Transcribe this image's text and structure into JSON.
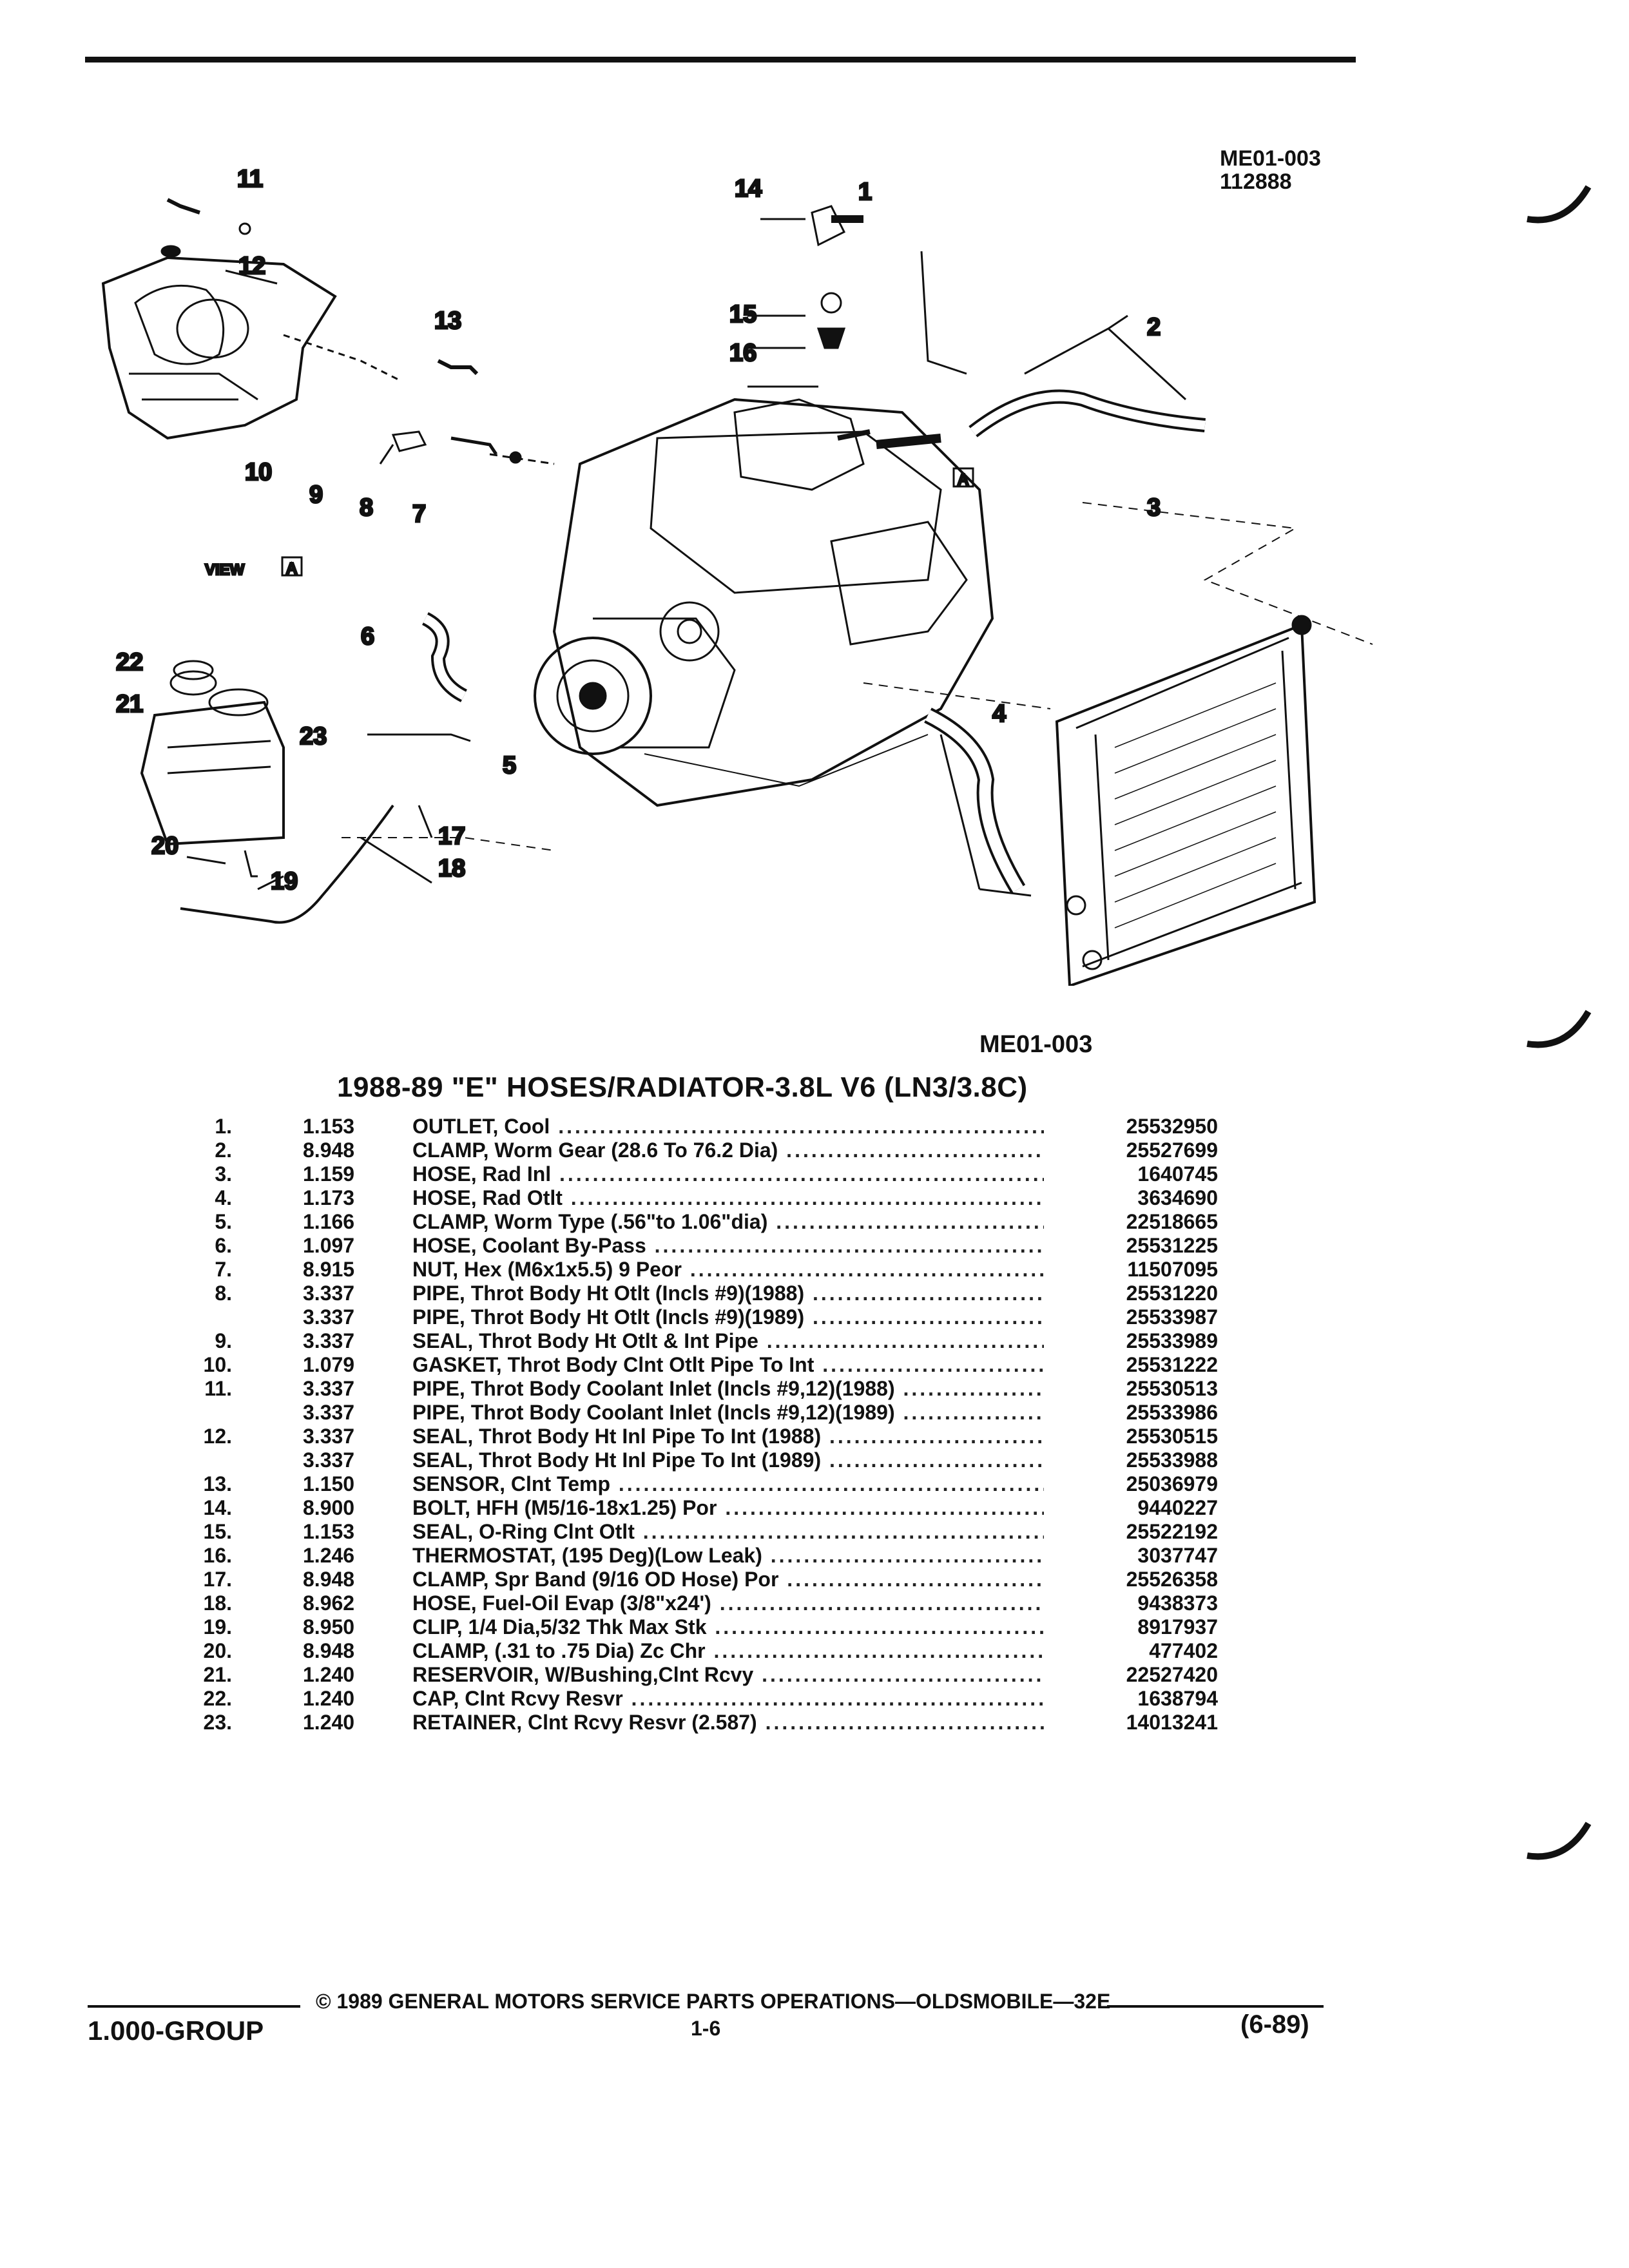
{
  "figure": {
    "id": "ME01-003",
    "date_code": "112888",
    "caption_id": "ME01-003",
    "view_label": "VIEW",
    "view_letter": "A",
    "callouts": [
      "1",
      "2",
      "3",
      "4",
      "5",
      "6",
      "7",
      "8",
      "9",
      "10",
      "11",
      "12",
      "13",
      "14",
      "15",
      "16",
      "17",
      "18",
      "19",
      "20",
      "21",
      "22",
      "23"
    ]
  },
  "title": "1988-89 \"E\" HOSES/RADIATOR-3.8L V6 (LN3/3.8C)",
  "parts": [
    {
      "num": "1.",
      "group": "1.153",
      "name": "OUTLET,",
      "desc": " Cool",
      "part_no": "25532950"
    },
    {
      "num": "2.",
      "group": "8.948",
      "name": "CLAMP,",
      "desc": " Worm Gear (28.6 To 76.2 Dia)",
      "part_no": "25527699"
    },
    {
      "num": "3.",
      "group": "1.159",
      "name": "HOSE,",
      "desc": " Rad Inl",
      "part_no": "1640745"
    },
    {
      "num": "4.",
      "group": "1.173",
      "name": "HOSE,",
      "desc": " Rad Otlt",
      "part_no": "3634690"
    },
    {
      "num": "5.",
      "group": "1.166",
      "name": "CLAMP,",
      "desc": " Worm Type (.56\"to 1.06\"dia)",
      "part_no": "22518665"
    },
    {
      "num": "6.",
      "group": "1.097",
      "name": "HOSE,",
      "desc": " Coolant By-Pass",
      "part_no": "25531225"
    },
    {
      "num": "7.",
      "group": "8.915",
      "name": "NUT,",
      "desc": " Hex (M6x1x5.5) 9 Peor",
      "part_no": "11507095"
    },
    {
      "num": "8.",
      "group": "3.337",
      "name": "PIPE,",
      "desc": " Throt Body Ht Otlt (Incls #9)(1988)",
      "part_no": "25531220"
    },
    {
      "num": "",
      "group": "3.337",
      "name": "PIPE,",
      "desc": " Throt Body Ht Otlt (Incls #9)(1989)",
      "part_no": "25533987"
    },
    {
      "num": "9.",
      "group": "3.337",
      "name": "SEAL,",
      "desc": " Throt Body Ht Otlt & Int Pipe",
      "part_no": "25533989"
    },
    {
      "num": "10.",
      "group": "1.079",
      "name": "GASKET,",
      "desc": " Throt Body Clnt Otlt Pipe To Int",
      "part_no": "25531222"
    },
    {
      "num": "11.",
      "group": "3.337",
      "name": "PIPE,",
      "desc": " Throt Body Coolant Inlet (Incls #9,12)(1988)",
      "part_no": "25530513"
    },
    {
      "num": "",
      "group": "3.337",
      "name": "PIPE,",
      "desc": " Throt Body Coolant Inlet (Incls #9,12)(1989)",
      "part_no": "25533986"
    },
    {
      "num": "12.",
      "group": "3.337",
      "name": "SEAL,",
      "desc": " Throt Body Ht Inl Pipe To Int (1988)",
      "part_no": "25530515"
    },
    {
      "num": "",
      "group": "3.337",
      "name": "SEAL,",
      "desc": " Throt Body Ht Inl Pipe To Int (1989)",
      "part_no": "25533988"
    },
    {
      "num": "13.",
      "group": "1.150",
      "name": "SENSOR,",
      "desc": " Clnt Temp",
      "part_no": "25036979"
    },
    {
      "num": "14.",
      "group": "8.900",
      "name": "BOLT,",
      "desc": " HFH (M5/16-18x1.25) Por",
      "part_no": "9440227"
    },
    {
      "num": "15.",
      "group": "1.153",
      "name": "SEAL,",
      "desc": " O-Ring Clnt Otlt",
      "part_no": "25522192"
    },
    {
      "num": "16.",
      "group": "1.246",
      "name": "THERMOSTAT,",
      "desc": " (195 Deg)(Low Leak)",
      "part_no": "3037747"
    },
    {
      "num": "17.",
      "group": "8.948",
      "name": "CLAMP,",
      "desc": " Spr Band (9/16 OD Hose) Por",
      "part_no": "25526358"
    },
    {
      "num": "18.",
      "group": "8.962",
      "name": "HOSE,",
      "desc": " Fuel-Oil Evap (3/8\"x24')",
      "part_no": "9438373"
    },
    {
      "num": "19.",
      "group": "8.950",
      "name": "CLIP,",
      "desc": " 1/4 Dia,5/32 Thk Max Stk",
      "part_no": "8917937"
    },
    {
      "num": "20.",
      "group": "8.948",
      "name": "CLAMP,",
      "desc": " (.31 to .75 Dia) Zc Chr",
      "part_no": "477402"
    },
    {
      "num": "21.",
      "group": "1.240",
      "name": "RESERVOIR,",
      "desc": " W/Bushing,Clnt Rcvy",
      "part_no": "22527420"
    },
    {
      "num": "22.",
      "group": "1.240",
      "name": "CAP,",
      "desc": " Clnt Rcvy Resvr",
      "part_no": "1638794"
    },
    {
      "num": "23.",
      "group": "1.240",
      "name": "RETAINER,",
      "desc": " Clnt Rcvy Resvr (2.587)",
      "part_no": "14013241"
    }
  ],
  "footer": {
    "copyright": "© 1989 GENERAL MOTORS SERVICE PARTS OPERATIONS—OLDSMOBILE—32E",
    "group": "1.000-GROUP",
    "page": "1-6",
    "date": "(6-89)"
  }
}
